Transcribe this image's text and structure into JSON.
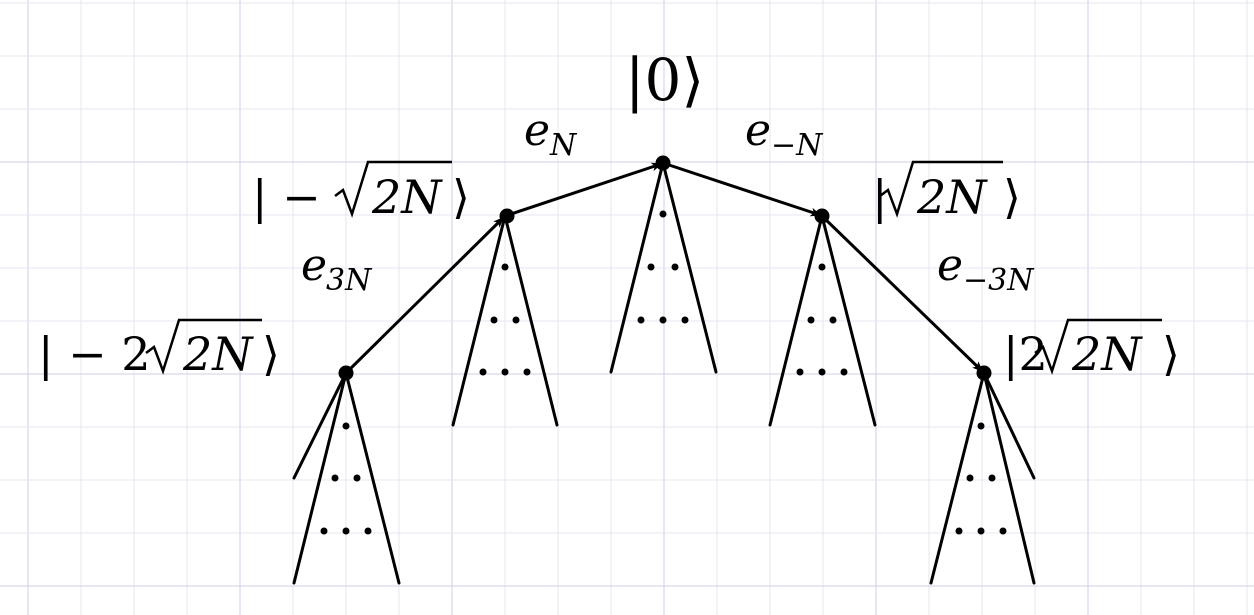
{
  "nodes": {
    "n0": {
      "ket": "|0⟩"
    },
    "nm1": {
      "ket_prefix": "| −",
      "radicand": "2N",
      "ket_close": "⟩"
    },
    "np1": {
      "ket_prefix": "|",
      "radicand": "2N",
      "ket_close": "⟩"
    },
    "nm2": {
      "ket_prefix": "| − 2",
      "radicand": "2N",
      "ket_close": "⟩"
    },
    "np2": {
      "ket_prefix": "|2",
      "radicand": "2N",
      "ket_close": "⟩"
    }
  },
  "edges": {
    "e_n": {
      "base": "e",
      "sub": "N"
    },
    "e_mn": {
      "base": "e",
      "sub": "−N"
    },
    "e_3n": {
      "base": "e",
      "sub": "3N"
    },
    "e_m3n": {
      "base": "e",
      "sub": "−3N"
    }
  },
  "colors": {
    "line": "#000000",
    "grid_minor": "#e6e6f2",
    "grid_major": "#cfcfe8"
  }
}
